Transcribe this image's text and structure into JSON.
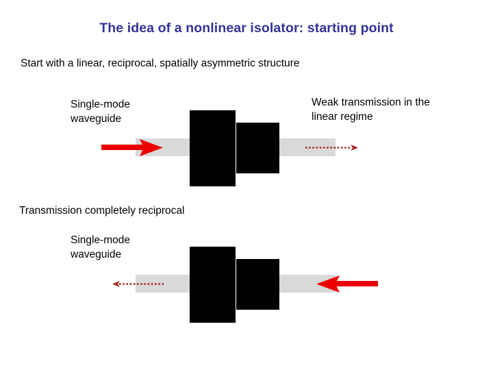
{
  "slide": {
    "title": "The idea of a nonlinear isolator: starting point",
    "title_color": "#33339a",
    "background_color": "#ffffff"
  },
  "body": {
    "intro_line": "Start with a linear, reciprocal, spatially asymmetric structure",
    "middle_line": "Transmission completely reciprocal"
  },
  "diagrams": [
    {
      "id": "forward-propagation",
      "waveguide_label": "Single-mode\nwaveguide",
      "annotation": "Weak transmission in the\nlinear regime",
      "input_arrow": {
        "name": "strong-incident-arrow",
        "style": "solid",
        "direction": "right",
        "color": "#ee0000"
      },
      "output_arrow": {
        "name": "weak-transmitted-arrow",
        "style": "dotted",
        "direction": "right",
        "color": "#aa2222"
      },
      "waveguide_color": "#d9d9d9",
      "scatterer_color": "#000000"
    },
    {
      "id": "backward-propagation",
      "waveguide_label": "Single-mode\nwaveguide",
      "annotation": "",
      "input_arrow": {
        "name": "strong-incident-arrow",
        "style": "solid",
        "direction": "left",
        "color": "#ee0000"
      },
      "output_arrow": {
        "name": "weak-transmitted-arrow",
        "style": "dotted",
        "direction": "left",
        "color": "#aa2222"
      },
      "waveguide_color": "#d9d9d9",
      "scatterer_color": "#000000"
    }
  ]
}
